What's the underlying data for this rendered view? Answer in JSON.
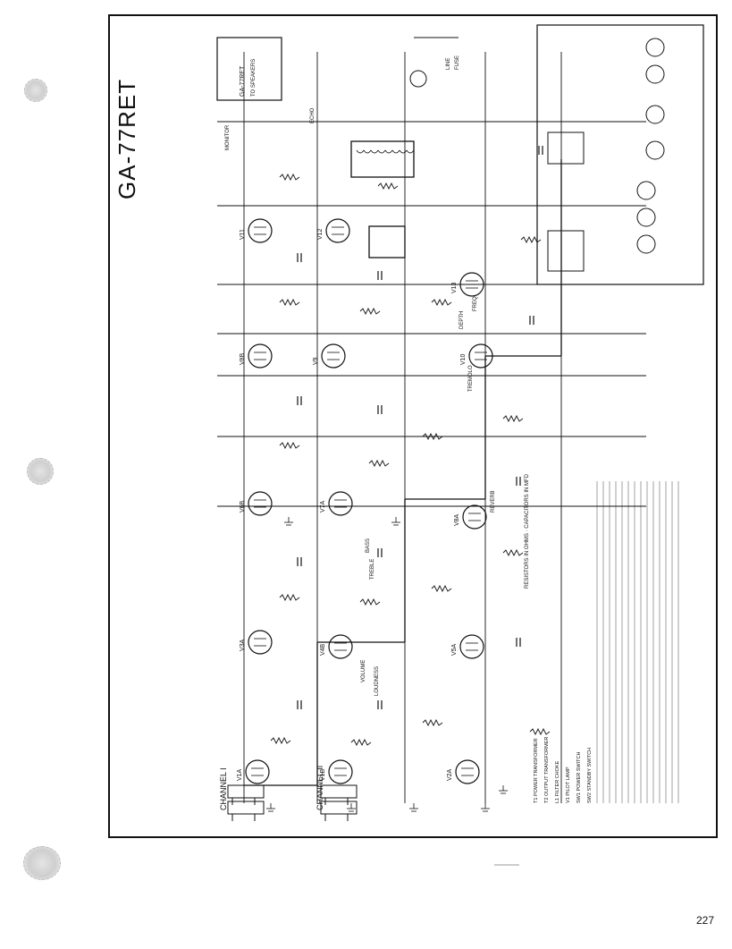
{
  "title": "GA-77RET",
  "page_number": "227",
  "channels": [
    "CHANNEL I",
    "CHANNEL II"
  ],
  "tubes": [
    "V1A",
    "V1B",
    "V2A",
    "V3A",
    "V4B",
    "V5A",
    "V6B",
    "V7A",
    "V8A",
    "V8B",
    "V9",
    "V10",
    "V11",
    "V12",
    "V13"
  ],
  "controls": [
    "VOLUME",
    "LOUDNESS",
    "TREBLE",
    "BASS",
    "DEPTH",
    "FREQ",
    "TREMOLO",
    "REVERB",
    "MONITOR",
    "ECHO"
  ],
  "connectors": [
    "GA-77RET",
    "TO SPEAKERS",
    "LINE",
    "FUSE"
  ],
  "legend": {
    "heading": "RESISTORS IN OHMS · CAPACITORS IN MFD",
    "notes": [
      "T1  POWER TRANSFORMER",
      "T2  OUTPUT TRANSFORMER",
      "L1  FILTER CHOKE",
      "V1  PILOT LAMP",
      "SW1 POWER SWITCH",
      "SW2 STANDBY SWITCH"
    ]
  },
  "colors": {
    "ink": "#111111",
    "paper": "#ffffff"
  }
}
